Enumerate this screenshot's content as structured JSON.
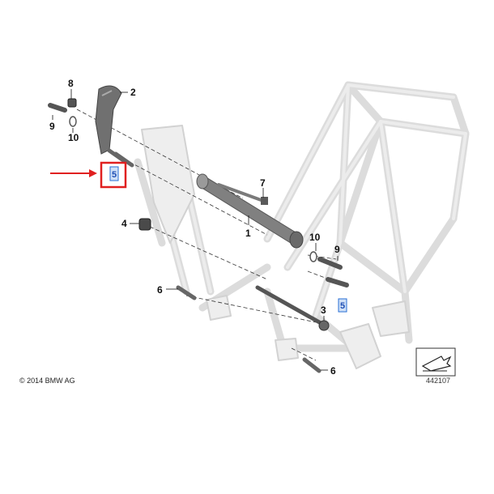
{
  "callouts": {
    "c8": "8",
    "c2": "2",
    "c9_left": "9",
    "c10_left": "10",
    "c5_boxed": "5",
    "c7": "7",
    "c4": "4",
    "c1": "1",
    "c10_right": "10",
    "c9_right": "9",
    "c6_mid": "6",
    "c3": "3",
    "c5_small": "5",
    "c6_bottom": "6"
  },
  "footer": {
    "copyright": "© 2014 BMW AG",
    "diagram_number": "442107"
  },
  "colors": {
    "arrow": "#e02020",
    "highlight_box": "#e02020",
    "small_box": "#2a6fd6",
    "frame": "#d9d9d9",
    "dark_part": "#6a6a6a"
  }
}
